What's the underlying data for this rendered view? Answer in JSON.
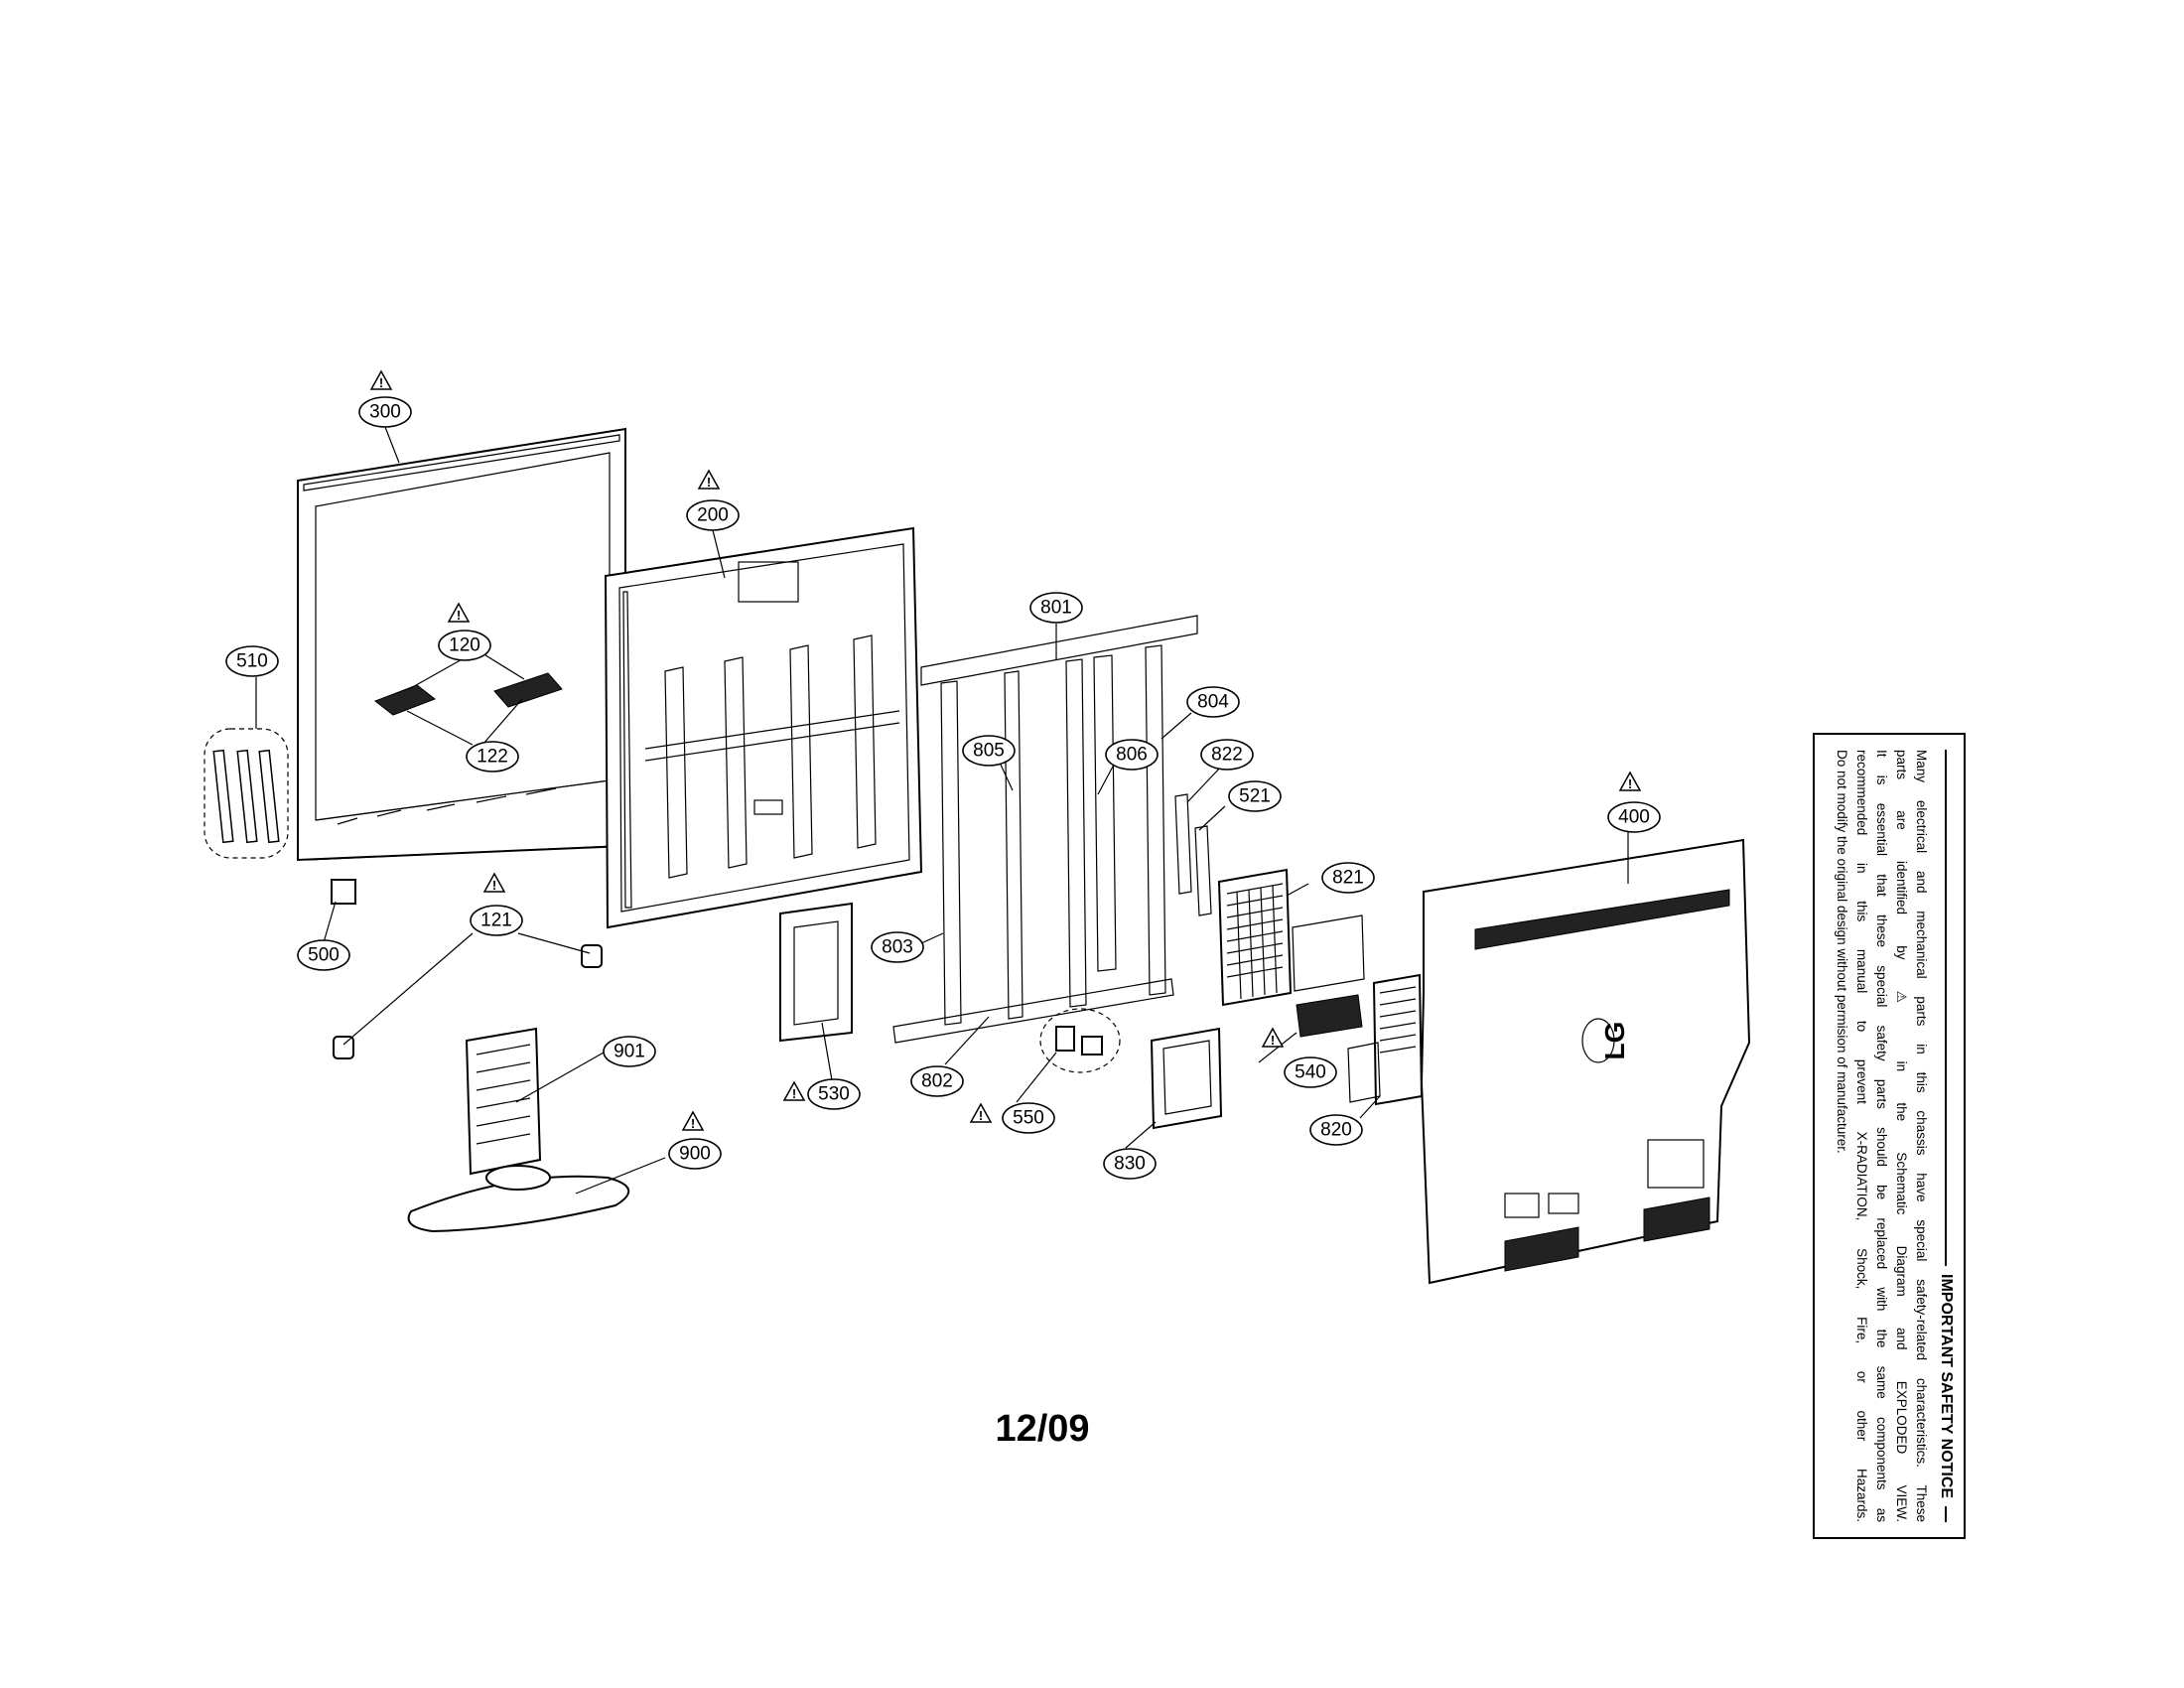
{
  "diagram": {
    "callouts": [
      {
        "id": "300",
        "label": "300"
      },
      {
        "id": "200",
        "label": "200"
      },
      {
        "id": "120",
        "label": "120"
      },
      {
        "id": "122",
        "label": "122"
      },
      {
        "id": "510",
        "label": "510"
      },
      {
        "id": "500",
        "label": "500"
      },
      {
        "id": "121",
        "label": "121"
      },
      {
        "id": "901",
        "label": "901"
      },
      {
        "id": "900",
        "label": "900"
      },
      {
        "id": "530",
        "label": "530"
      },
      {
        "id": "801",
        "label": "801"
      },
      {
        "id": "805",
        "label": "805"
      },
      {
        "id": "806",
        "label": "806"
      },
      {
        "id": "804",
        "label": "804"
      },
      {
        "id": "822",
        "label": "822"
      },
      {
        "id": "521",
        "label": "521"
      },
      {
        "id": "803",
        "label": "803"
      },
      {
        "id": "802",
        "label": "802"
      },
      {
        "id": "550",
        "label": "550"
      },
      {
        "id": "830",
        "label": "830"
      },
      {
        "id": "821",
        "label": "821"
      },
      {
        "id": "540",
        "label": "540"
      },
      {
        "id": "820",
        "label": "820"
      },
      {
        "id": "400",
        "label": "400"
      }
    ],
    "warning_mark": "!",
    "logo_text": "LG"
  },
  "page": {
    "date_code": "12/09"
  },
  "notice": {
    "title": "IMPORTANT SAFETY NOTICE",
    "lines": [
      "Many electrical and mechanical parts in this chassis have special safety-related characteristics. These",
      "parts are identified by ⚠ in the Schematic Diagram and EXPLODED VIEW.",
      "It is essential that these special safety parts should be replaced with the same components as",
      "recommended in this manual to prevent X-RADIATION, Shock, Fire, or other Hazards.",
      "Do not modify the original design without permision of manufacturer."
    ]
  }
}
